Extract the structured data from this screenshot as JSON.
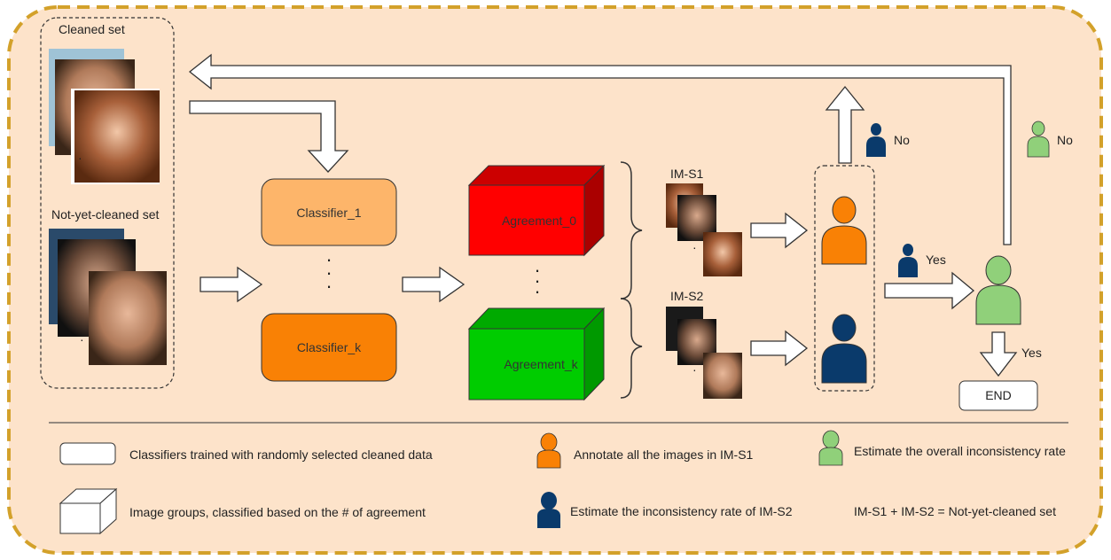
{
  "sets": {
    "cleaned_label": "Cleaned set",
    "not_yet_cleaned_label": "Not-yet-cleaned set"
  },
  "classifiers": [
    "Classifier_1",
    "Classifier_k"
  ],
  "agreements": [
    "Agreement_0",
    "Agreement_k"
  ],
  "subsets": [
    "IM-S1",
    "IM-S2"
  ],
  "decisions": {
    "no_top": "No",
    "no_right": "No",
    "yes_mid": "Yes",
    "yes_down": "Yes",
    "end": "END"
  },
  "legend": {
    "classifier_desc": "Classifiers trained with randomly selected cleaned data",
    "group_desc": "Image groups, classified based on the # of agreement",
    "orange_desc": "Annotate all the images in IM-S1",
    "navy_desc": "Estimate the inconsistency rate of IM-S2",
    "green_desc": "Estimate the overall inconsistency rate",
    "formula": "IM-S1 + IM-S2 = Not-yet-cleaned set"
  },
  "colors": {
    "background": "#fde3ca",
    "border": "#d3a12a",
    "classifier_light": "#fdb56a",
    "classifier_dark": "#f98105",
    "agreement_red": "#ff0000",
    "agreement_green": "#00cc00",
    "person_orange": "#f98105",
    "person_navy": "#0a3a6b",
    "person_green": "#90d07a"
  }
}
